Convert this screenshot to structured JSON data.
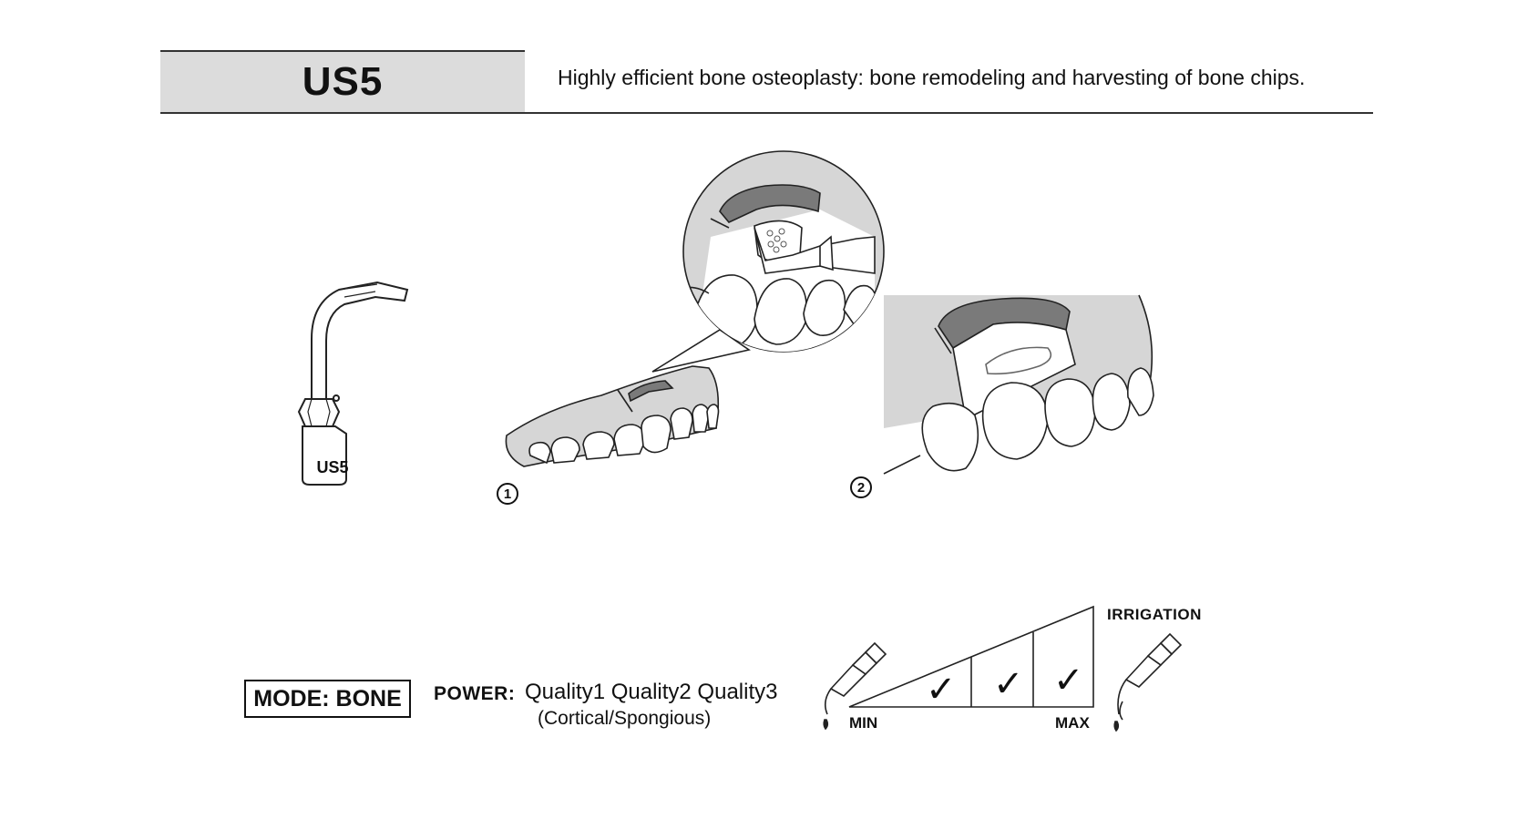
{
  "header": {
    "code": "US5",
    "description": "Highly efficient bone osteoplasty: bone remodeling and harvesting of bone chips."
  },
  "tip": {
    "label": "US5"
  },
  "steps": [
    "1",
    "2"
  ],
  "settings": {
    "mode": "MODE: BONE",
    "power_label": "POWER:",
    "power_values": "Quality1 Quality2 Quality3",
    "power_sub": "(Cortical/Spongious)",
    "irrigation_label": "IRRIGATION",
    "min_label": "MIN",
    "max_label": "MAX",
    "check_mark": "✓"
  },
  "colors": {
    "header_bg": "#dcdcdc",
    "gum_gray": "#d6d6d6",
    "bone_dark": "#7a7a7a"
  },
  "icons": [
    "tooth-illustration",
    "ultrasonic-tip-icon",
    "irrigation-handpiece-icon",
    "check-icon"
  ]
}
